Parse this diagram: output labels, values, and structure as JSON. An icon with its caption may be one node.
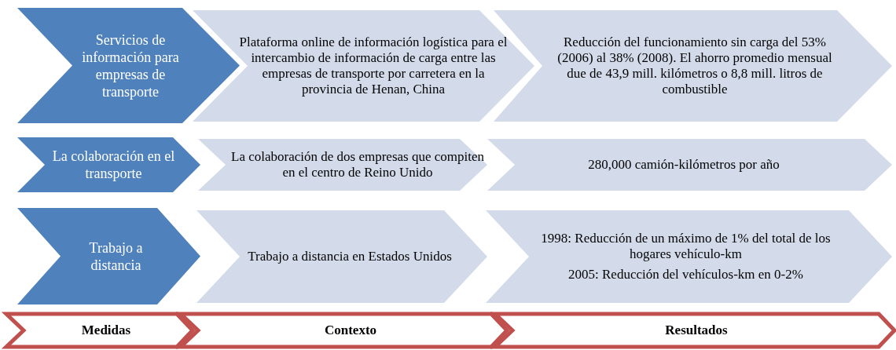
{
  "diagram": {
    "nodes": [
      {
        "text": [
          "Servicios de información para empresas de transporte"
        ]
      },
      {
        "text": [
          "Plataforma online de información logística para el intercambio de información de carga entre las empresas de transporte por carretera en la provincia de Henan, China"
        ]
      },
      {
        "text": [
          "Reducción del funcionamiento sin carga del 53% (2006) al 38% (2008). El ahorro promedio mensual due de 43,9 mill. kilómetros o 8,8 mill. litros de combustible"
        ]
      },
      {
        "text": [
          "La colaboración en el transporte"
        ]
      },
      {
        "text": [
          "La colaboración de dos empresas que compiten en el centro de Reino Unido"
        ]
      },
      {
        "text": [
          "280,000 camión-kilómetros por año"
        ]
      },
      {
        "text": [
          "Trabajo a distancia"
        ]
      },
      {
        "text": [
          "Trabajo a distancia en Estados Unidos"
        ]
      },
      {
        "text": [
          "1998: Reducción de un máximo de 1% del total de los hogares vehículo-km",
          "2005: Reducción del vehículos-km en 0-2%"
        ]
      },
      {
        "text": [
          "Medidas"
        ]
      },
      {
        "text": [
          "Contexto"
        ]
      },
      {
        "text": [
          "Resultados"
        ]
      }
    ]
  }
}
